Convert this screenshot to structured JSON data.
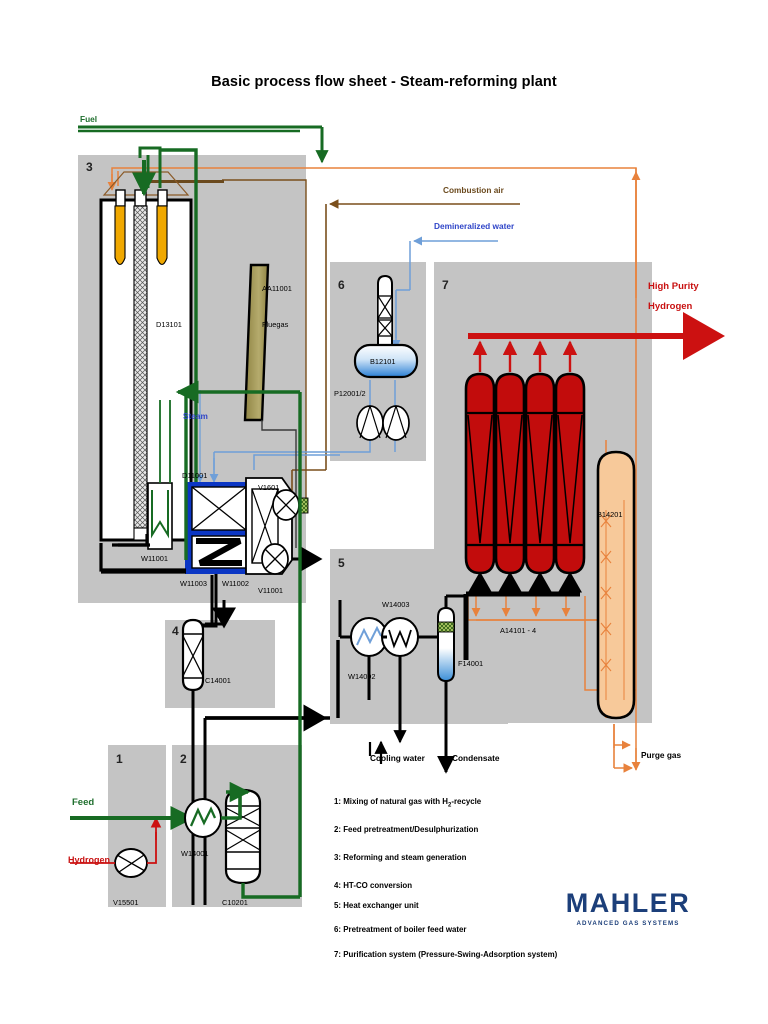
{
  "title": "Basic process flow sheet -  Steam-reforming plant",
  "zones": [
    {
      "id": "1",
      "number": "1"
    },
    {
      "id": "2",
      "number": "2"
    },
    {
      "id": "3",
      "number": "3"
    },
    {
      "id": "4",
      "number": "4"
    },
    {
      "id": "5",
      "number": "5"
    },
    {
      "id": "6",
      "number": "6"
    },
    {
      "id": "7",
      "number": "7"
    }
  ],
  "equipment": [
    {
      "tag": "D13101",
      "desc": "steam reformer"
    },
    {
      "tag": "AA11001",
      "desc": "stack"
    },
    {
      "tag": "Fluegas",
      "desc": "flue gas label"
    },
    {
      "tag": "D11001",
      "desc": "steam drum / waste heat boiler"
    },
    {
      "tag": "V1601",
      "desc": "combustion air blower"
    },
    {
      "tag": "W11001",
      "desc": "heat exchanger"
    },
    {
      "tag": "W11003",
      "desc": "heat exchanger"
    },
    {
      "tag": "W11002",
      "desc": "heat exchanger"
    },
    {
      "tag": "V11001",
      "desc": "blower"
    },
    {
      "tag": "B12101",
      "desc": "boiler feed water tank"
    },
    {
      "tag": "P12001/2",
      "desc": "boiler feed water pumps"
    },
    {
      "tag": "C14001",
      "desc": "HT-CO shift converter"
    },
    {
      "tag": "W14002",
      "desc": "heat exchanger"
    },
    {
      "tag": "W14003",
      "desc": "heat exchanger"
    },
    {
      "tag": "F14001",
      "desc": "condensate separator"
    },
    {
      "tag": "A14101 - 4",
      "desc": "PSA adsorbers"
    },
    {
      "tag": "B14201",
      "desc": "purge gas buffer vessel"
    },
    {
      "tag": "V15501",
      "desc": "hydrogen recycle compressor"
    },
    {
      "tag": "W14001",
      "desc": "feed preheater"
    },
    {
      "tag": "C10201",
      "desc": "desulphurization vessel"
    }
  ],
  "streams": [
    {
      "name": "Fuel",
      "color": "#1f6f2e"
    },
    {
      "name": "Combustion air",
      "color": "#6b4a1e"
    },
    {
      "name": "Demineralized water",
      "color": "#2f45c8"
    },
    {
      "name": "Steam",
      "color": "#2f45c8"
    },
    {
      "name": "High Purity Hydrogen",
      "color": "#c81111"
    },
    {
      "name": "Cooling water",
      "color": "#000000"
    },
    {
      "name": "Condensate",
      "color": "#000000"
    },
    {
      "name": "Purge gas",
      "color": "#000000"
    },
    {
      "name": "Feed",
      "color": "#1f6f2e"
    },
    {
      "name": "Hydrogen",
      "color": "#c81111"
    }
  ],
  "stream_labels": {
    "fuel": "Fuel",
    "combustion_air": "Combustion air",
    "demin_water": "Demineralized water",
    "steam": "Steam",
    "high_purity_hydrogen_l1": "High Purity",
    "high_purity_hydrogen_l2": "Hydrogen",
    "cooling_water": "Cooling water",
    "condensate": "Condensate",
    "purge_gas": "Purge gas",
    "feed": "Feed",
    "hydrogen": "Hydrogen"
  },
  "tags": {
    "d13101": "D13101",
    "aa11001": "AA11001",
    "fluegas": "Fluegas",
    "d11001": "D11001",
    "v1601": "V1601",
    "w11001": "W11001",
    "w11003": "W11003",
    "w11002": "W11002",
    "v11001": "V11001",
    "b12101": "B12101",
    "p120012": "P12001/2",
    "c14001": "C14001",
    "w14002": "W14002",
    "w14003": "W14003",
    "f14001": "F14001",
    "a14101": "A14101 - 4",
    "b14201": "B14201",
    "v15501": "V15501",
    "w14001": "W14001",
    "c10201": "C10201"
  },
  "legend": {
    "items": [
      {
        "num": "1:",
        "pre": "Mixing of natural gas with H",
        "sub": "2",
        "post": "-recycle"
      },
      {
        "num": "2:",
        "pre": "Feed pretreatment/Desulphurization",
        "sub": "",
        "post": ""
      },
      {
        "num": "3:",
        "pre": "Reforming and steam generation",
        "sub": "",
        "post": ""
      },
      {
        "num": "4:",
        "pre": "HT-CO conversion",
        "sub": "",
        "post": ""
      },
      {
        "num": "5:",
        "pre": "Heat exchanger unit",
        "sub": "",
        "post": ""
      },
      {
        "num": "6:",
        "pre": "Pretreatment of boiler feed water",
        "sub": "",
        "post": ""
      },
      {
        "num": "7:",
        "pre": "Purification system (Pressure-Swing-Adsorption system)",
        "sub": "",
        "post": ""
      }
    ]
  },
  "brand": {
    "name": "MAHLER",
    "tagline": "ADVANCED GAS SYSTEMS",
    "color": "#1c3f7a"
  },
  "colors": {
    "zone_fill": "#c4c4c4",
    "process_black": "#000000",
    "fuel_green": "#176b23",
    "hydrogen_red": "#cc1111",
    "purge_orange": "#e8823c",
    "air_brown": "#7a4f1c",
    "water_blue": "#6f9fd8",
    "psa_red": "#c20c0c",
    "buffer_peach": "#f7c99a",
    "stack_olive": "#a39858",
    "burner_orange": "#f0a800"
  }
}
